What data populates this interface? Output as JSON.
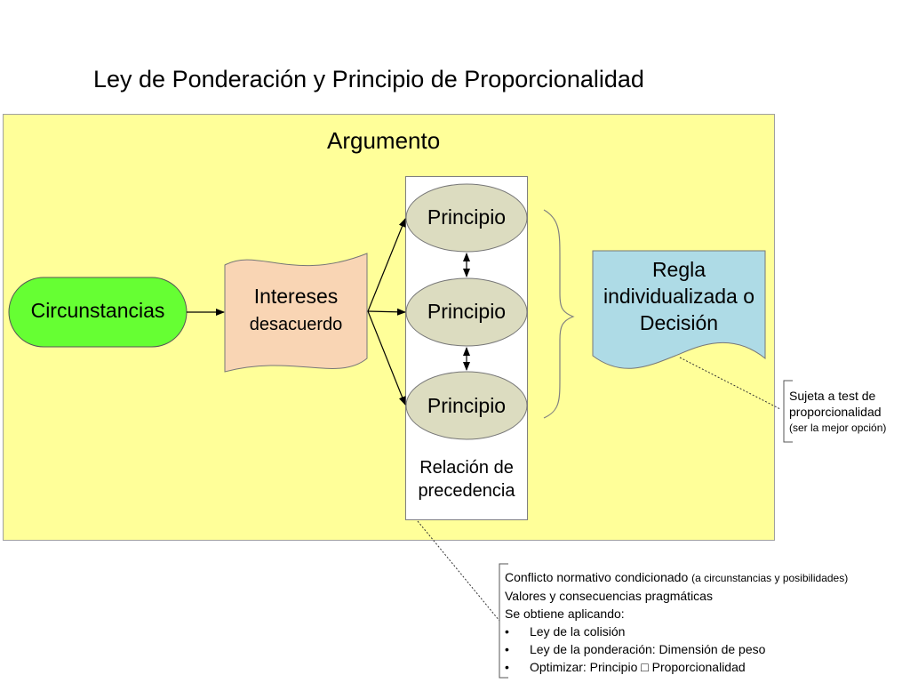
{
  "title": "Ley de Ponderación y Principio de Proporcionalidad",
  "argumento": {
    "title": "Argumento",
    "circunstancias": "Circunstancias",
    "intereses": {
      "line1": "Intereses",
      "line2": "desacuerdo"
    },
    "principios": [
      "Principio",
      "Principio",
      "Principio"
    ],
    "relacion": "Relación de precedencia",
    "regla": "Regla individualizada o Decisión"
  },
  "colors": {
    "argument_bg": "#ffff99",
    "circunstancias_fill": "#66ff33",
    "intereses_fill": "#f9d5b4",
    "principio_fill": "#dcdcc0",
    "regla_fill": "#aedbe6"
  },
  "sujeta": {
    "line1": "Sujeta a test de",
    "line2": "proporcionalidad",
    "line3": "(ser la mejor opción)"
  },
  "notes": {
    "line1_main": "Conflicto normativo condicionado",
    "line1_small": "(a circunstancias y posibilidades)",
    "line2": "Valores y consecuencias pragmáticas",
    "line3": "Se obtiene aplicando:",
    "bullets": [
      "Ley de la colisión",
      "Ley de la ponderación: Dimensión de peso",
      "Optimizar: Principio □  Proporcionalidad"
    ]
  }
}
